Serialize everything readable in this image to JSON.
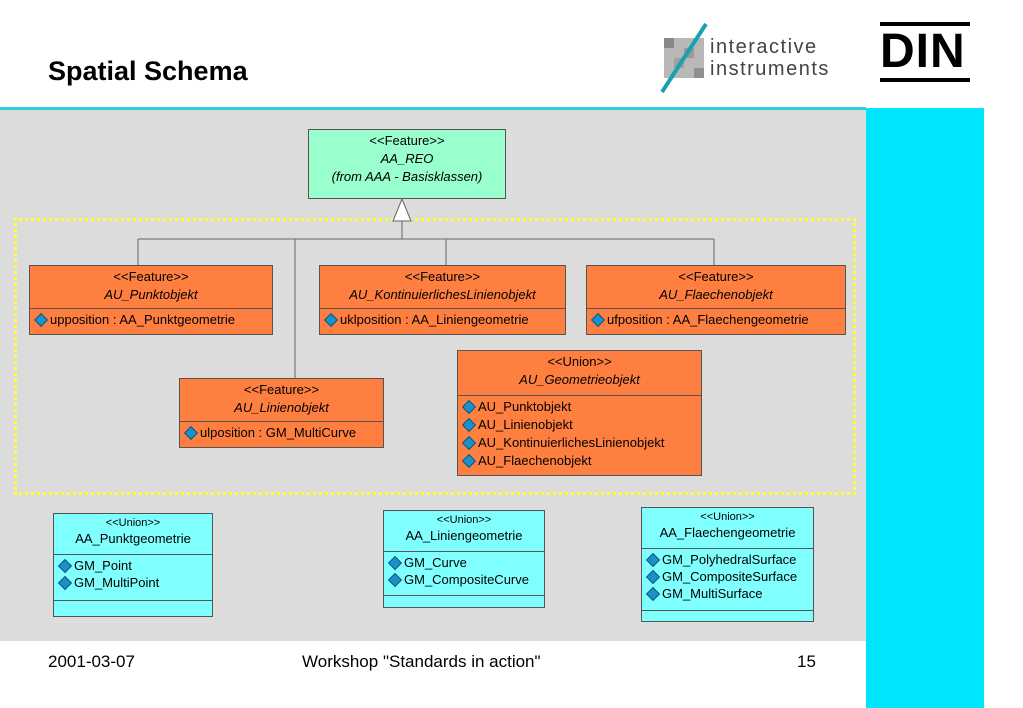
{
  "slide": {
    "title": "Spatial Schema",
    "logo_line1": "interactive",
    "logo_line2": "instruments",
    "din": "DIN"
  },
  "classes": {
    "aa_reo": {
      "stereotype": "<<Feature>>",
      "name": "AA_REO",
      "from": "(from AAA - Basisklassen)"
    },
    "punkt": {
      "stereotype": "<<Feature>>",
      "name": "AU_Punktobjekt",
      "attrs": [
        "upposition : AA_Punktgeometrie"
      ]
    },
    "kont": {
      "stereotype": "<<Feature>>",
      "name": "AU_KontinuierlichesLinienobjekt",
      "attrs": [
        "uklposition : AA_Liniengeometrie"
      ]
    },
    "flaeche": {
      "stereotype": "<<Feature>>",
      "name": "AU_Flaechenobjekt",
      "attrs": [
        "ufposition : AA_Flaechengeometrie"
      ]
    },
    "linie": {
      "stereotype": "<<Feature>>",
      "name": "AU_Linienobjekt",
      "attrs": [
        "ulposition : GM_MultiCurve"
      ]
    },
    "geo": {
      "stereotype": "<<Union>>",
      "name": "AU_Geometrieobjekt",
      "attrs": [
        "AU_Punktobjekt",
        "AU_Linienobjekt",
        "AU_KontinuierlichesLinienobjekt",
        "AU_Flaechenobjekt"
      ]
    },
    "pg": {
      "stereotype": "<<Union>>",
      "name": "AA_Punktgeometrie",
      "attrs": [
        "GM_Point",
        "GM_MultiPoint"
      ]
    },
    "lg": {
      "stereotype": "<<Union>>",
      "name": "AA_Liniengeometrie",
      "attrs": [
        "GM_Curve",
        "GM_CompositeCurve"
      ]
    },
    "fg": {
      "stereotype": "<<Union>>",
      "name": "AA_Flaechengeometrie",
      "attrs": [
        "GM_PolyhedralSurface",
        "GM_CompositeSurface",
        "GM_MultiSurface"
      ]
    }
  },
  "footer": {
    "date": "2001-03-07",
    "event": "Workshop \"Standards in action\"",
    "page": "15"
  }
}
